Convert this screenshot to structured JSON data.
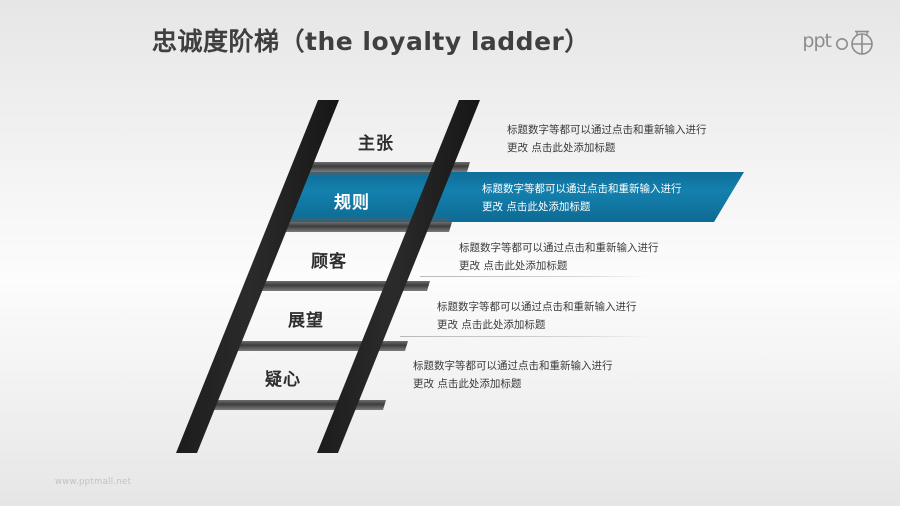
{
  "slide": {
    "title": "忠诚度阶梯（the loyalty ladder）",
    "background_top": "#e6e6e6",
    "background_mid": "#fcfcfc",
    "accent_color": "#1179a6",
    "rail_color": "#262626",
    "rung_color": "#4a4a4a"
  },
  "logo": {
    "text": "ppt",
    "mark_name": "pptmall-circle-cross-mark",
    "color": "#8d8d8d"
  },
  "ladder": {
    "steps": [
      {
        "id": "step-1",
        "label": "主张",
        "active": false,
        "desc_line1": "标题数字等都可以通过点击和重新输入进行",
        "desc_line2": "更改 点击此处添加标题"
      },
      {
        "id": "step-2",
        "label": "规则",
        "active": true,
        "desc_line1": "标题数字等都可以通过点击和重新输入进行",
        "desc_line2": "更改 点击此处添加标题"
      },
      {
        "id": "step-3",
        "label": "顾客",
        "active": false,
        "desc_line1": "标题数字等都可以通过点击和重新输入进行",
        "desc_line2": "更改 点击此处添加标题"
      },
      {
        "id": "step-4",
        "label": "展望",
        "active": false,
        "desc_line1": "标题数字等都可以通过点击和重新输入进行",
        "desc_line2": "更改 点击此处添加标题"
      },
      {
        "id": "step-5",
        "label": "疑心",
        "active": false,
        "desc_line1": "标题数字等都可以通过点击和重新输入进行",
        "desc_line2": "更改 点击此处添加标题"
      }
    ]
  },
  "footer": {
    "watermark": "www.pptmall.net"
  }
}
